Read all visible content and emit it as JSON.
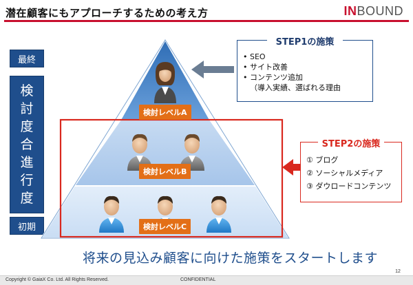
{
  "slide": {
    "title": "潜在顧客にもアプローチするための考え方",
    "logo_in": "IN",
    "logo_bound": "BOUND",
    "page_number": "12"
  },
  "side": {
    "top_label": "最終",
    "middle_chars": [
      "検",
      "討",
      "度",
      "合",
      "進",
      "行",
      "度"
    ],
    "bottom_label": "初期"
  },
  "pyramid": {
    "levels": [
      {
        "label": "検討レベルA",
        "people": 1
      },
      {
        "label": "検討レベルB",
        "people": 2
      },
      {
        "label": "検討レベルC",
        "people": 3
      }
    ],
    "colors": {
      "top": "#3f7ec4",
      "middle": "#a9c8ea",
      "bottom": "#d9e8f7",
      "outline": "#7fa6d2",
      "accent_red": "#d9281e",
      "accent_blue": "#1f4e8c"
    }
  },
  "step1": {
    "title": "STEP1の施策",
    "items": [
      "SEO",
      "サイト改善",
      "コンテンツ追加"
    ],
    "sub_note": "（導入実績、選ばれる理由"
  },
  "step2": {
    "title": "STEP2の施策",
    "items": [
      "① ブログ",
      "② ソーシャルメディア",
      "③ ダウロードコンテンツ"
    ]
  },
  "message": "将来の見込み顧客に向けた施策をスタートします",
  "footer": {
    "copyright": "Copyright © GaiaX Co. Ltd. All Rights Reserved.",
    "confidential": "CONFIDENTIAL"
  }
}
